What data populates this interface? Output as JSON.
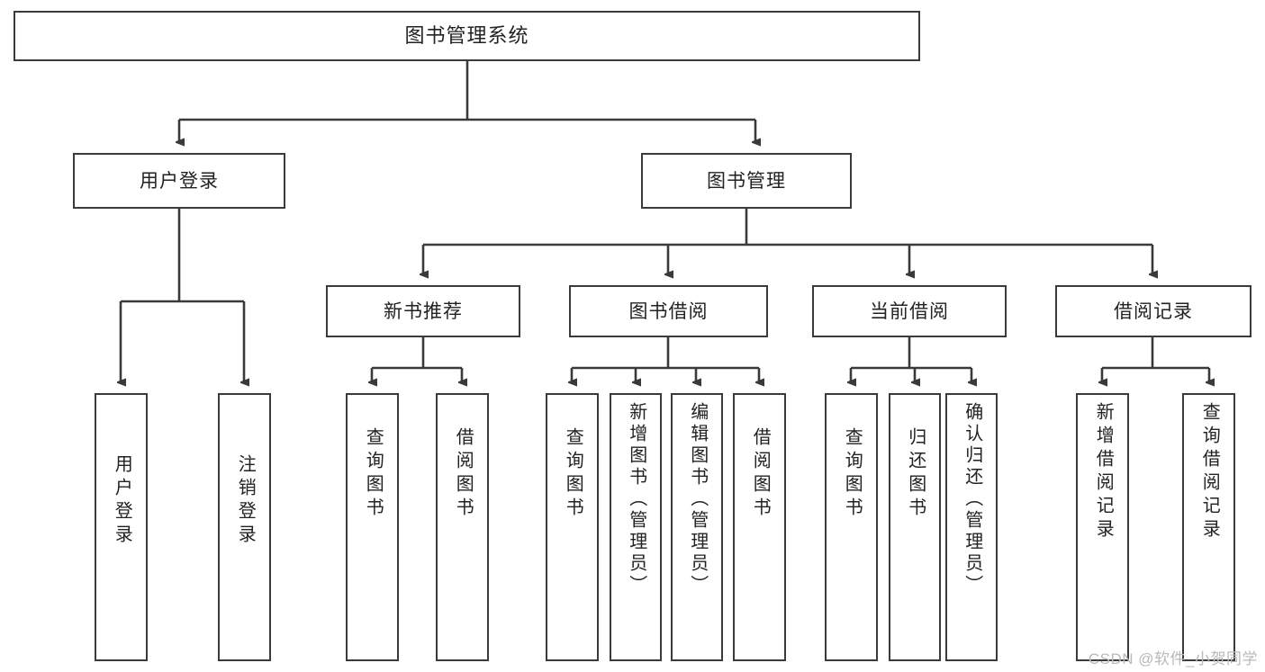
{
  "diagram": {
    "title": "图书管理系统",
    "type": "hierarchy-tree",
    "stroke_color": "#3a3a3a",
    "node_fill": "#ffffff",
    "text_color": "#222222"
  },
  "nodes": {
    "root": {
      "label": "图书管理系统"
    },
    "level2": [
      {
        "id": "user-login",
        "label": "用户登录"
      },
      {
        "id": "book-management",
        "label": "图书管理"
      }
    ],
    "level3": [
      {
        "id": "new-book-recommend",
        "label": "新书推荐"
      },
      {
        "id": "book-borrow",
        "label": "图书借阅"
      },
      {
        "id": "current-borrow",
        "label": "当前借阅"
      },
      {
        "id": "borrow-record",
        "label": "借阅记录"
      }
    ],
    "leaves": {
      "user_login": [
        {
          "id": "leaf-user-login",
          "label": "用户登录"
        },
        {
          "id": "leaf-logout-login",
          "label": "注销登录"
        }
      ],
      "new_book_recommend": [
        {
          "id": "leaf-query-book-1",
          "label": "查询图书"
        },
        {
          "id": "leaf-borrow-book-1",
          "label": "借阅图书"
        }
      ],
      "book_borrow": [
        {
          "id": "leaf-query-book-2",
          "label": "查询图书"
        },
        {
          "id": "leaf-add-book",
          "label": "新增图书（管理员）"
        },
        {
          "id": "leaf-edit-book",
          "label": "编辑图书（管理员）"
        },
        {
          "id": "leaf-borrow-book-2",
          "label": "借阅图书"
        }
      ],
      "current_borrow": [
        {
          "id": "leaf-query-book-3",
          "label": "查询图书"
        },
        {
          "id": "leaf-return-book",
          "label": "归还图书"
        },
        {
          "id": "leaf-confirm-return",
          "label": "确认归还（管理员）"
        }
      ],
      "borrow_record": [
        {
          "id": "leaf-add-record",
          "label": "新增借阅记录"
        },
        {
          "id": "leaf-query-record",
          "label": "查询借阅记录"
        }
      ]
    }
  },
  "watermark": {
    "text": "CSDN @软件_小贺同学"
  }
}
